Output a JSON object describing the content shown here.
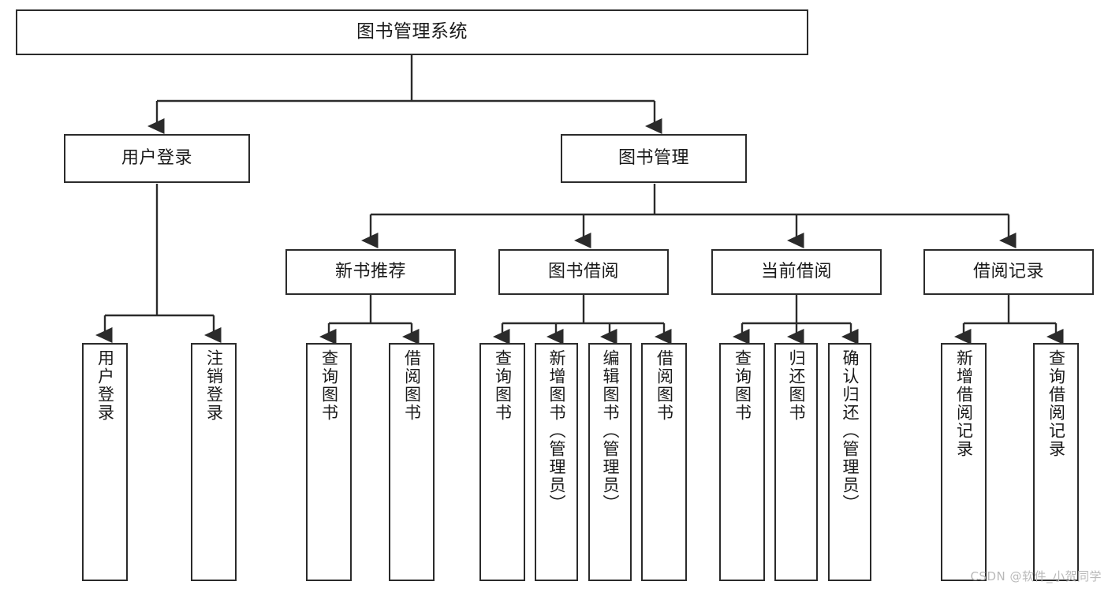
{
  "diagram": {
    "title": "图书管理系统",
    "type": "tree",
    "watermark": "CSDN @软件_小贺同学",
    "colors": {
      "box_border": "#2b2b2b",
      "box_fill": "#ffffff",
      "connector": "#2b2b2b",
      "text": "#1a1a1a",
      "watermark": "#b9b9b9"
    },
    "nodes": {
      "root": {
        "label": "图书管理系统"
      },
      "level1": [
        {
          "id": "user-login",
          "label": "用户登录"
        },
        {
          "id": "book-manage",
          "label": "图书管理"
        }
      ],
      "level2": [
        {
          "id": "new-book-recommend",
          "label": "新书推荐"
        },
        {
          "id": "book-borrow",
          "label": "图书借阅"
        },
        {
          "id": "current-borrow",
          "label": "当前借阅"
        },
        {
          "id": "borrow-record",
          "label": "借阅记录"
        }
      ],
      "leaves": {
        "user-login": [
          {
            "id": "leaf-user-login",
            "label": "用户登录"
          },
          {
            "id": "leaf-logout-login",
            "label": "注销登录"
          }
        ],
        "new-book-recommend": [
          {
            "id": "leaf-query-book-1",
            "label": "查询图书"
          },
          {
            "id": "leaf-borrow-book-1",
            "label": "借阅图书"
          }
        ],
        "book-borrow": [
          {
            "id": "leaf-query-book-2",
            "label": "查询图书"
          },
          {
            "id": "leaf-add-book",
            "label": "新增图书（管理员）"
          },
          {
            "id": "leaf-edit-book",
            "label": "编辑图书（管理员）"
          },
          {
            "id": "leaf-borrow-book-2",
            "label": "借阅图书"
          }
        ],
        "current-borrow": [
          {
            "id": "leaf-query-book-3",
            "label": "查询图书"
          },
          {
            "id": "leaf-return-book",
            "label": "归还图书"
          },
          {
            "id": "leaf-confirm-return",
            "label": "确认归还（管理员）"
          }
        ],
        "borrow-record": [
          {
            "id": "leaf-add-record",
            "label": "新增借阅记录"
          },
          {
            "id": "leaf-query-record",
            "label": "查询借阅记录"
          }
        ]
      }
    }
  }
}
